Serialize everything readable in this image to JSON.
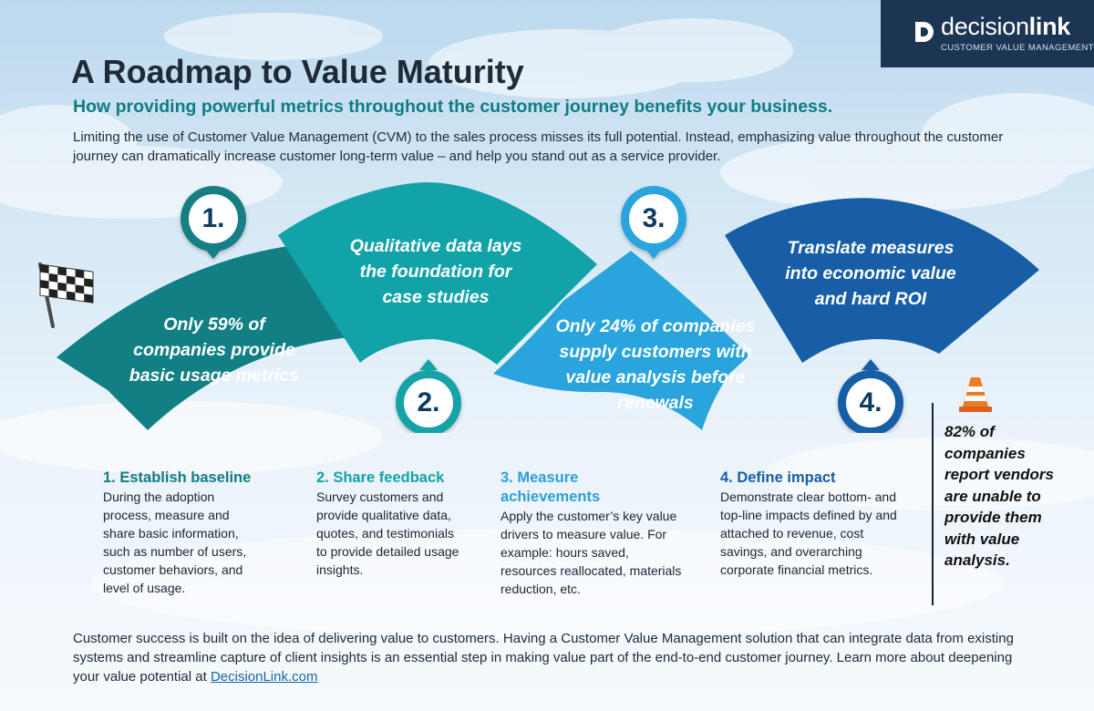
{
  "logo": {
    "name_light": "decision",
    "name_bold": "link",
    "tagline": "CUSTOMER VALUE MANAGEMENT",
    "icon": "decisionlink-d-logo"
  },
  "header": {
    "title": "A Roadmap to Value Maturity",
    "subtitle": "How providing powerful metrics throughout the customer journey benefits your business.",
    "intro": "Limiting the use of Customer Value Management (CVM) to the sales process misses its full potential. Instead, emphasizing value throughout the customer journey can dramatically increase customer long-term value – and help you stand out as a service provider."
  },
  "wave": {
    "segments": [
      {
        "number": "1.",
        "text": "Only 59% of companies provide basic usage metrics",
        "color": "#127f84"
      },
      {
        "number": "2.",
        "text": "Qualitative data lays the foundation for case studies",
        "color": "#12a3a8"
      },
      {
        "number": "3.",
        "text": "Only 24% of companies supply customers with value analysis before renewals",
        "color": "#2aa4dc"
      },
      {
        "number": "4.",
        "text": "Translate measures into economic value and hard ROI",
        "color": "#175ea7"
      }
    ]
  },
  "steps": [
    {
      "heading": "1. Establish baseline",
      "heading_color": "#117c82",
      "body": "During the adoption process, measure and share basic information, such as number of users, customer behaviors, and level of usage."
    },
    {
      "heading": "2. Share feedback",
      "heading_color": "#11a3a8",
      "body": "Survey customers and provide qualitative data, quotes, and testimonials to provide detailed usage insights."
    },
    {
      "heading": "3. Measure achievements",
      "heading_color": "#2a9fd8",
      "body": "Apply the customer’s key value drivers to measure value. For example: hours saved, resources reallocated, materials reduction, etc."
    },
    {
      "heading": "4. Define impact",
      "heading_color": "#175ea7",
      "body": "Demonstrate clear bottom- and top-line impacts defined by and attached to revenue, cost savings, and overarching corporate financial metrics."
    }
  ],
  "callout": {
    "text": "82% of companies report vendors are unable to provide them with value analysis.",
    "icon": "traffic-cone-icon"
  },
  "decorations": {
    "flag_icon": "checkered-flag-icon"
  },
  "footer": {
    "text": "Customer success is built on the idea of delivering value to customers. Having a Customer Value Management solution that can integrate data from existing systems and streamline capture of client insights is an essential step in making value part of the end-to-end customer journey. Learn more about deepening your value potential at ",
    "link": "DecisionLink.com"
  }
}
